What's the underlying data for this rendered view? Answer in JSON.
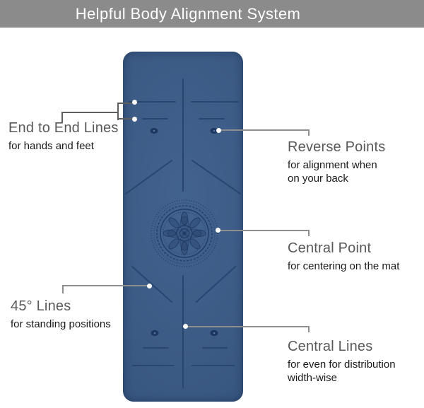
{
  "header": {
    "title": "Helpful Body Alignment System"
  },
  "colors": {
    "header_bg": "#8b8b8b",
    "header_text": "#ffffff",
    "mat_blue": "#3b5a84",
    "mat_line_navy": "#26446e",
    "leader_gray": "#8e8e8e",
    "bracket_gray": "#5f5f5f",
    "annotation_title_gray": "#58595b",
    "annotation_subtitle_dark": "#1a1a1a",
    "marker_dot_white": "#ffffff"
  },
  "annotations": [
    {
      "id": "end-to-end-lines",
      "title": "End to End Lines",
      "subtitle": "for hands and feet"
    },
    {
      "id": "reverse-points",
      "title": "Reverse Points",
      "subtitle": "for alignment when\non your back"
    },
    {
      "id": "central-point",
      "title": "Central Point",
      "subtitle": "for centering on the mat"
    },
    {
      "id": "45-degree-lines",
      "title": "45° Lines",
      "subtitle": "for standing positions"
    },
    {
      "id": "central-lines",
      "title": "Central Lines",
      "subtitle": "for even for distribution\nwidth-wise"
    }
  ]
}
